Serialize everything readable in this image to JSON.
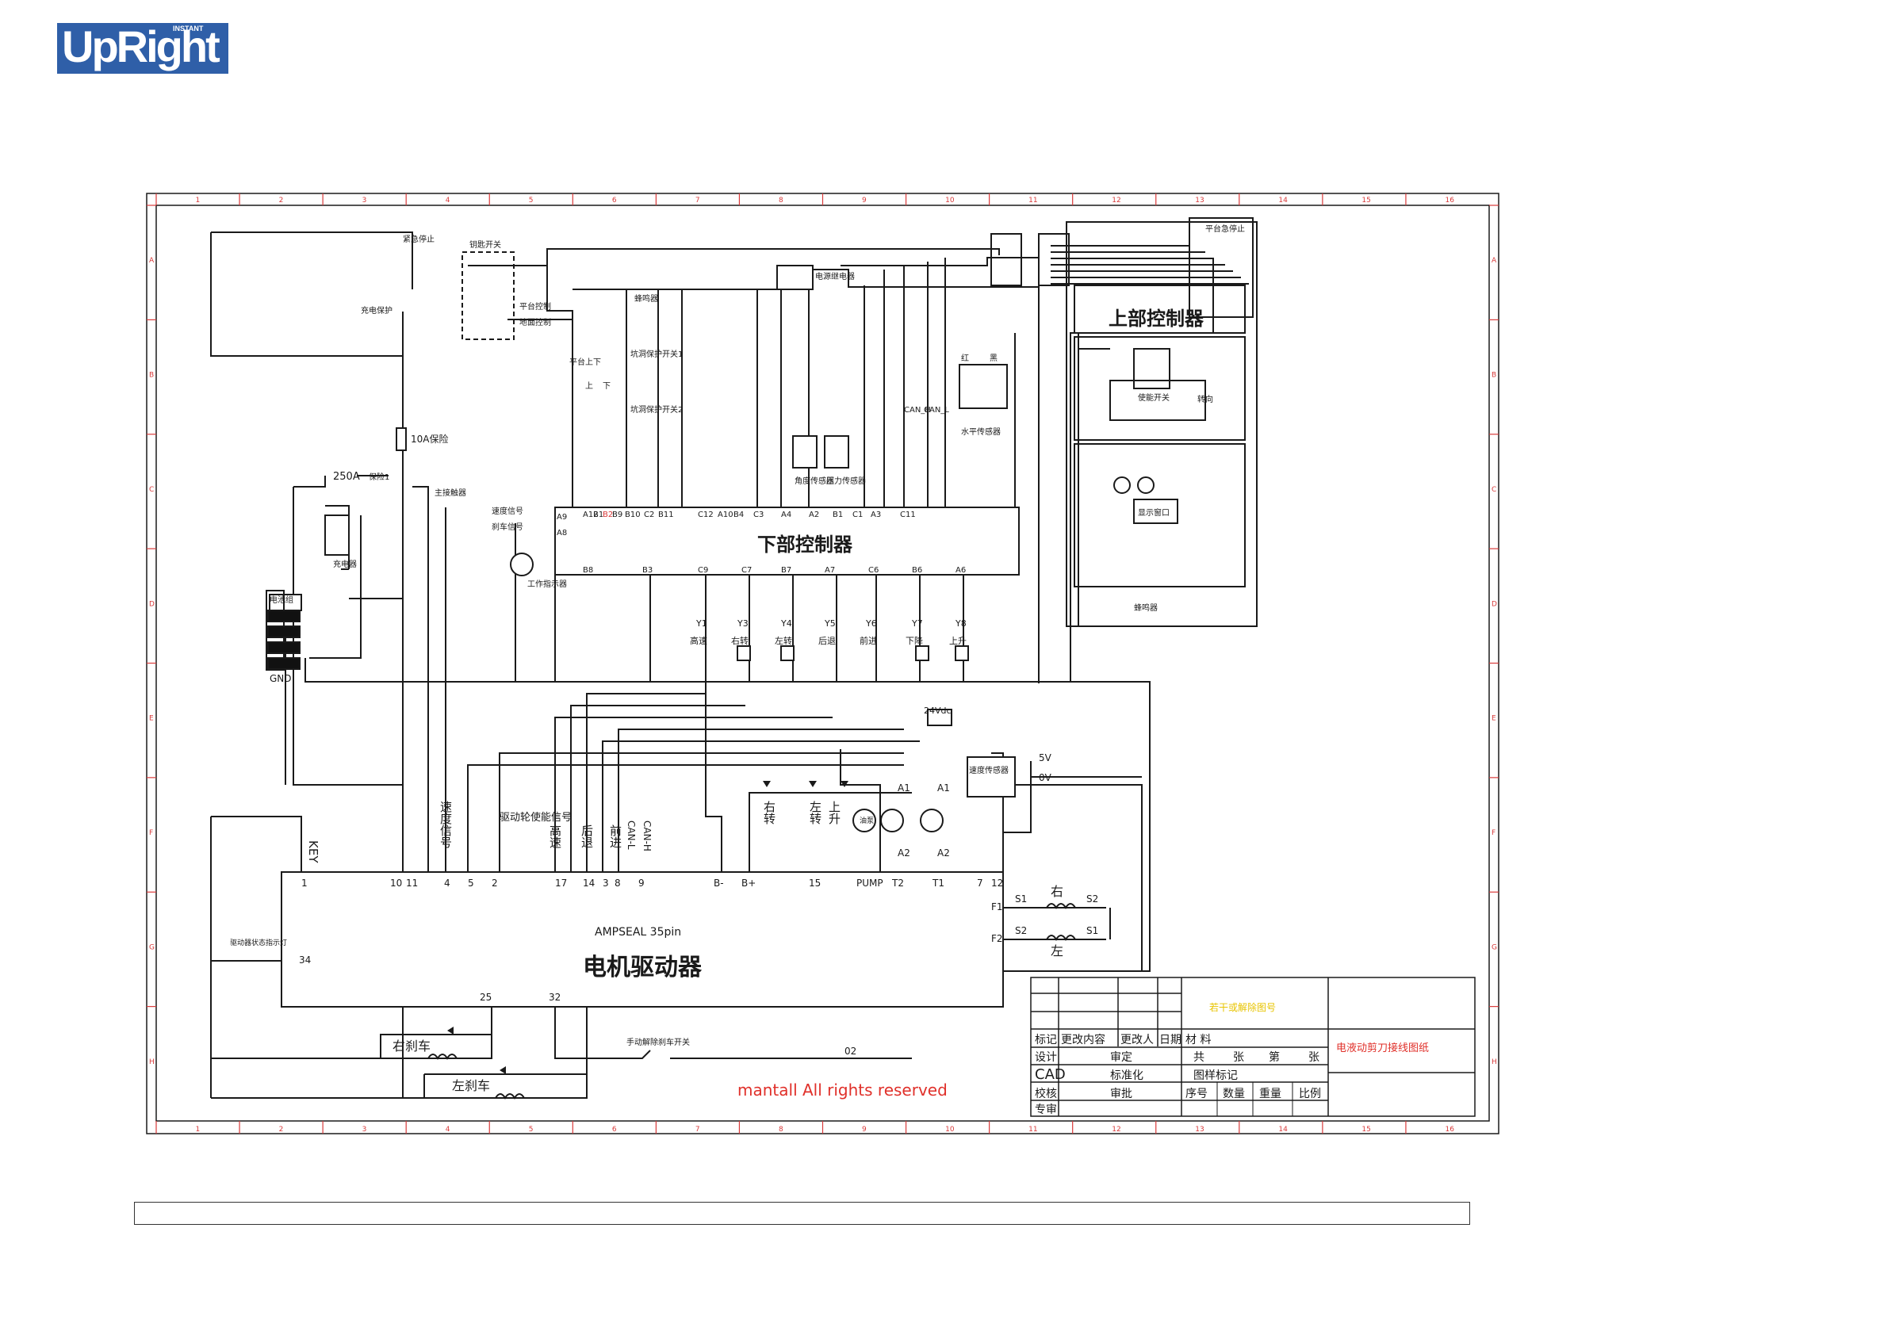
{
  "logo": {
    "text": "UpRight",
    "tag": "INSTANT"
  },
  "frame": {
    "columns": [
      "1",
      "2",
      "3",
      "4",
      "5",
      "6",
      "7",
      "8",
      "9",
      "10",
      "11",
      "12",
      "13",
      "14",
      "15",
      "16"
    ],
    "rows": [
      "A",
      "B",
      "C",
      "D",
      "E",
      "F",
      "G",
      "H"
    ]
  },
  "components": {
    "emergency_stop": "紧急停止",
    "key_switch": "钥匙开关",
    "platform_control": "平台控制",
    "ground_control": "地面控制",
    "charge_protect": "充电保护",
    "fuse_10a": "10A保险",
    "fuse_250a": "250A",
    "fuse_1": "保险1",
    "main_contactor": "主接触器",
    "charger": "充电器",
    "battery": "电池组",
    "gnd": "GND",
    "buzzer": "蜂鸣器",
    "platform_up_down": "平台上下",
    "up": "上",
    "down": "下",
    "pothole_1": "坑洞保护开关1",
    "pothole_2": "坑洞保护开关2",
    "relay": "电源继电器",
    "lower_controller": "下部控制器",
    "upper_controller": "上部控制器",
    "platform_estop": "平台急停止",
    "tilt_sensor": "水平传感器",
    "angle_sensor": "角度传感器",
    "pressure_sensor": "压力传感器",
    "speed_sensor": "速度传感器",
    "working_light": "工作指示器",
    "speed_signal": "速度信号",
    "brake_signal": "刹车信号",
    "can_h": "CAN_H",
    "can_l": "CAN_L",
    "enable_switch": "使能开关",
    "steer": "转向",
    "display": "显示窗口",
    "v24": "24Vdc",
    "v5": "5V",
    "v0": "0V",
    "red": "红",
    "black": "黑"
  },
  "lower_pins_top": [
    "A12",
    "B1",
    "B2",
    "B9",
    "B10",
    "C2",
    "B11",
    "C12",
    "A10",
    "B4",
    "C3",
    "A4",
    "A2",
    "B1",
    "C1",
    "A3",
    "C11"
  ],
  "lower_pins_bottom": [
    "B8",
    "B3",
    "C9",
    "C7",
    "B7",
    "A7",
    "C6",
    "B6",
    "A6"
  ],
  "lower_pins_left": [
    "A9",
    "A8"
  ],
  "valves": [
    {
      "id": "Y1",
      "label": "高速"
    },
    {
      "id": "Y3",
      "label": "右转"
    },
    {
      "id": "Y4",
      "label": "左转"
    },
    {
      "id": "Y5",
      "label": "后退"
    },
    {
      "id": "Y6",
      "label": "前进"
    },
    {
      "id": "Y7",
      "label": "下降"
    },
    {
      "id": "Y8",
      "label": "上升"
    }
  ],
  "motor_driver": {
    "title": "电机驱动器",
    "connector": "AMPSEAL 35pin",
    "pins_top": [
      "1",
      "10",
      "11",
      "4",
      "5",
      "2",
      "17",
      "14",
      "3",
      "8",
      "9",
      "B-",
      "B+",
      "15",
      "PUMP",
      "T2",
      "T1",
      "7",
      "12"
    ],
    "pin_34": "34",
    "pins_bottom": [
      "25",
      "32"
    ],
    "f1": "F1",
    "f2": "F2"
  },
  "driver_inputs": {
    "key": "KEY",
    "speed_signal": "速度信号",
    "drive_enable": "驱动轮使能信号",
    "high": "高速",
    "back": "后退",
    "forward": "前进",
    "can_l": "CAN-L",
    "can_h": "CAN-H",
    "right_turn": "右转",
    "left_turn": "左转",
    "up": "上升",
    "pump": "油泵",
    "a1": "A1",
    "a2": "A2"
  },
  "field": {
    "right": "右",
    "left": "左",
    "s1": "S1",
    "s2": "S2"
  },
  "brakes": {
    "right": "右刹车",
    "left": "左刹车",
    "manual": "手动解除刹车开关",
    "o2": "02"
  },
  "fault_light": "驱动器状态指示灯",
  "watermark": "mantall All rights reserved",
  "title_block": {
    "upper_note": "若干或解除图号",
    "title": "电液动剪刀接线图纸",
    "row1": [
      "标记",
      "更改内容",
      "更改人",
      "日期",
      "材 料"
    ],
    "row2": [
      "设计",
      "审定",
      "共",
      "张",
      "第",
      "张"
    ],
    "row3": [
      "CAD",
      "标准化",
      "图样标记"
    ],
    "row4": [
      "校核",
      "审批",
      "序号",
      "数量",
      "重量",
      "比例"
    ],
    "row5": [
      "专审"
    ]
  },
  "colors": {
    "line": "#1a1a1a",
    "frame_ticks": "#d83a3a",
    "watermark": "#e0302a",
    "logo": "#2f5fa8",
    "note": "#e8c400"
  }
}
